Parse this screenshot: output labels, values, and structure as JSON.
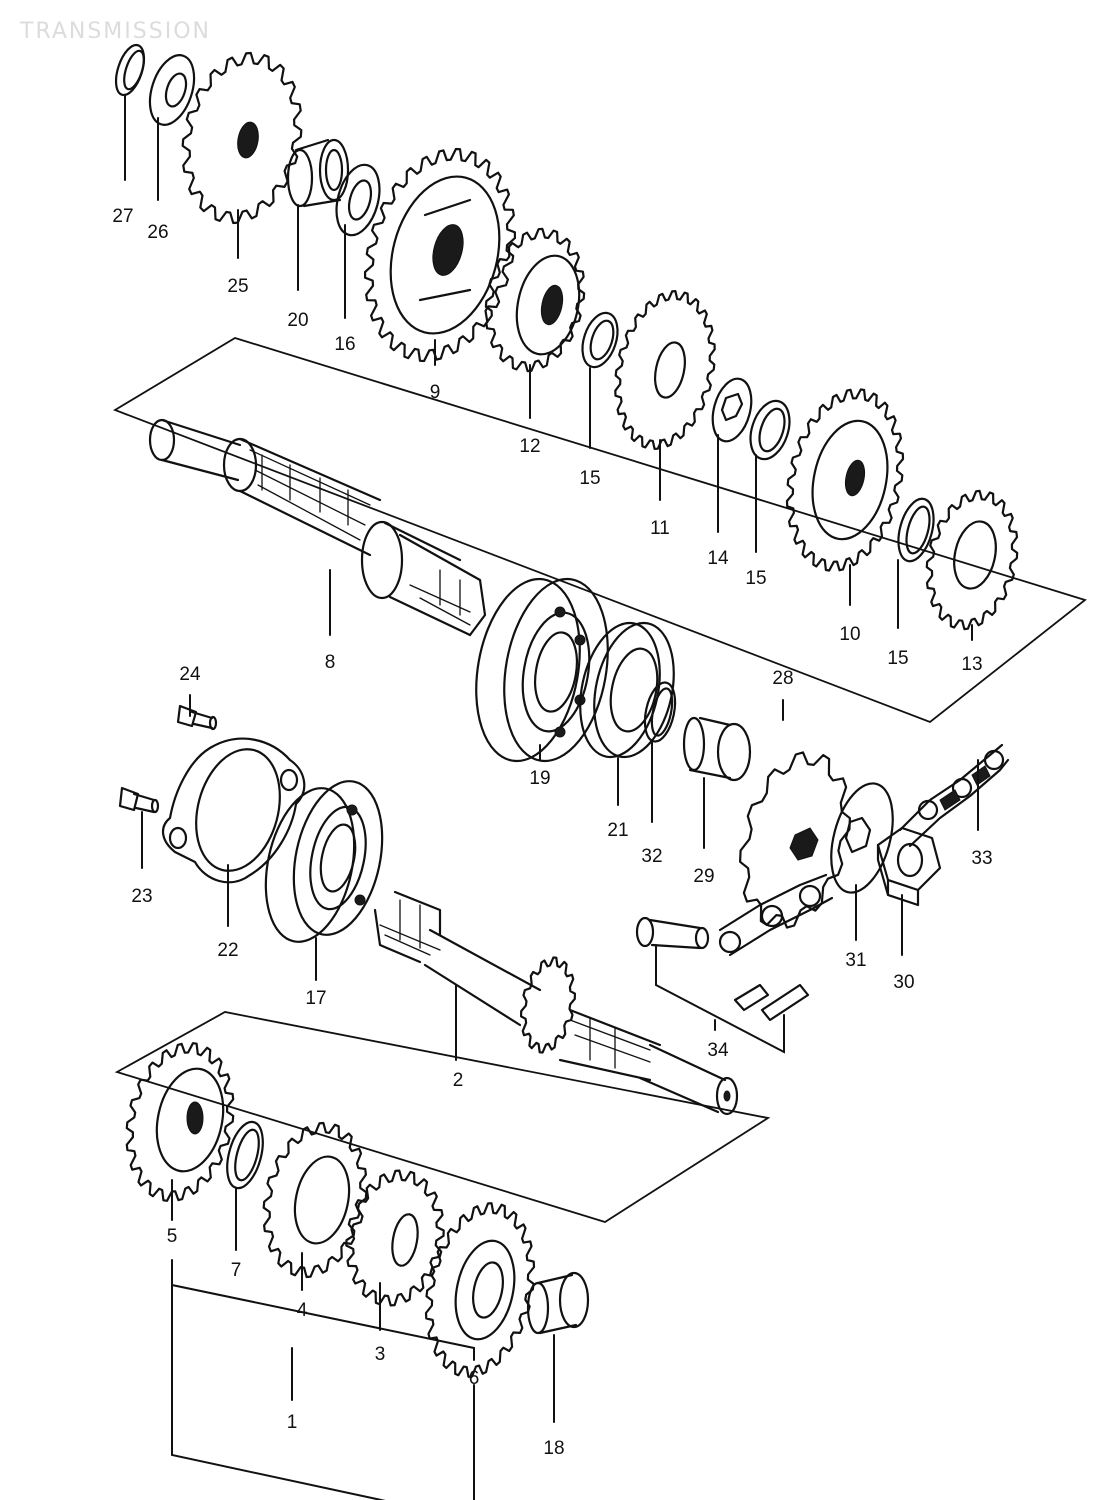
{
  "watermark": "TRANSMISSION",
  "labels": {
    "p1": "1",
    "p2": "2",
    "p3": "3",
    "p4": "4",
    "p5": "5",
    "p6": "6",
    "p7": "7",
    "p8": "8",
    "p9": "9",
    "p10": "10",
    "p11": "11",
    "p12": "12",
    "p13": "13",
    "p14": "14",
    "p15a": "15",
    "p15b": "15",
    "p15c": "15",
    "p16": "16",
    "p17": "17",
    "p18": "18",
    "p19": "19",
    "p20": "20",
    "p21": "21",
    "p22": "22",
    "p23": "23",
    "p24": "24",
    "p25": "25",
    "p26": "26",
    "p27": "27",
    "p28": "28",
    "p29": "29",
    "p30": "30",
    "p31": "31",
    "p32": "32",
    "p33": "33",
    "p34": "34"
  }
}
